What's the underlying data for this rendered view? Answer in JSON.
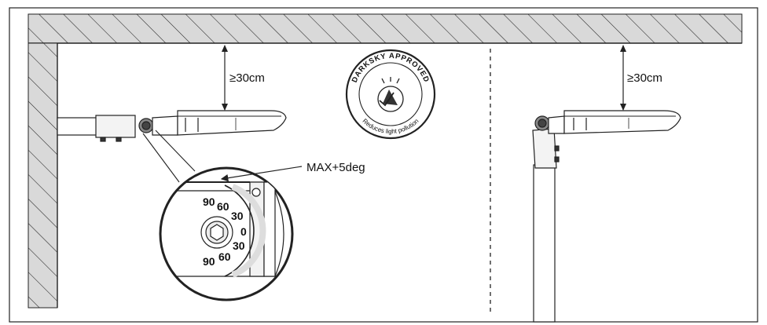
{
  "labels": {
    "clearance_left": "≥30cm",
    "clearance_right": "≥30cm",
    "max_tilt": "MAX+5deg"
  },
  "badge": {
    "line1": "DARKSKY APPROVED",
    "line2": "Reduces light pollution"
  },
  "dial": {
    "upper_ticks": [
      "90",
      "60",
      "30",
      "0"
    ],
    "lower_ticks": [
      "30",
      "60",
      "90"
    ]
  }
}
